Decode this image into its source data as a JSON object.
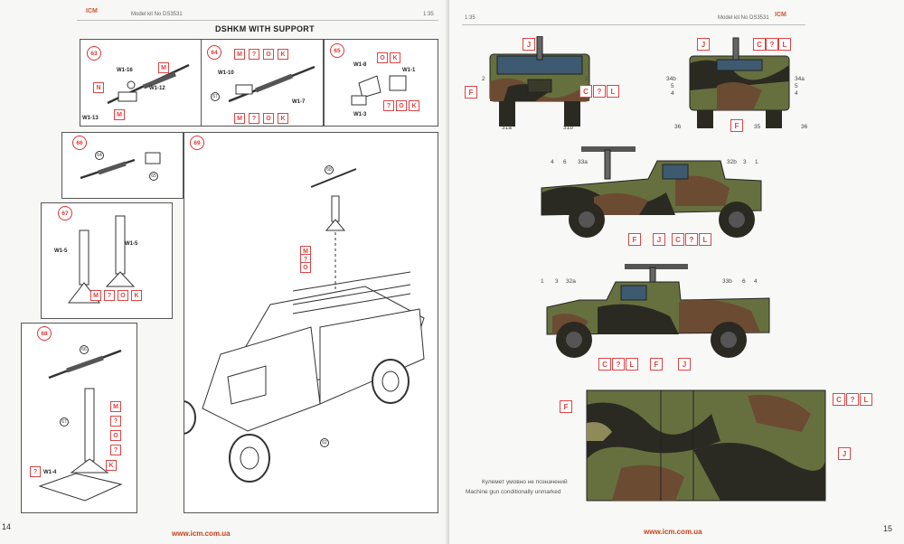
{
  "left_page": {
    "header": {
      "logo": "ICM",
      "kit": "Model kit No DS3531",
      "scale": "1:35"
    },
    "title": "DSHKM WITH SUPPORT",
    "steps": [
      {
        "no": "63",
        "labels": [
          "W1-16",
          "W1-12",
          "W1-13"
        ],
        "marks": [
          "M",
          "N",
          "M"
        ]
      },
      {
        "no": "64",
        "labels": [
          "W1-10",
          "W1-7"
        ],
        "marks_top": [
          "M",
          "?",
          "O",
          "K"
        ],
        "marks_bottom": [
          "M",
          "?",
          "O",
          "K"
        ],
        "part": "67"
      },
      {
        "no": "65",
        "labels": [
          "W1-8",
          "W1-1",
          "W1-3"
        ],
        "marks_top": [
          "O",
          "K"
        ],
        "marks_bottom": [
          "?",
          "O",
          "K"
        ]
      },
      {
        "no": "66",
        "parts": [
          "64",
          "65"
        ]
      },
      {
        "no": "67",
        "labels": [
          "W1-5",
          "W1-5"
        ],
        "marks": [
          "M",
          "?",
          "O",
          "K"
        ]
      },
      {
        "no": "68",
        "labels": [
          "W1-4"
        ],
        "parts": [
          "66",
          "67"
        ],
        "marks": [
          "M",
          "?",
          "O",
          "?",
          "K"
        ],
        "mark_left": "?"
      },
      {
        "no": "69",
        "parts": [
          "68",
          "62"
        ],
        "marks": [
          "M",
          "?",
          "O"
        ]
      }
    ],
    "footer": {
      "url": "www.icm.com.ua",
      "page": "14"
    }
  },
  "right_page": {
    "header": {
      "scale": "1:35",
      "kit": "Model kit No DS3531",
      "logo": "ICM"
    },
    "front_view": {
      "marks": [
        "J",
        "F",
        "C",
        "?",
        "L"
      ],
      "numbers": [
        "2",
        "2",
        "31a",
        "31b"
      ]
    },
    "rear_view": {
      "marks": [
        "J",
        "C",
        "?",
        "L",
        "F"
      ],
      "numbers": [
        "34b",
        "5",
        "4",
        "34a",
        "5",
        "4",
        "36",
        "35",
        "36"
      ]
    },
    "side_left": {
      "numbers": [
        "4",
        "6",
        "33a",
        "32b",
        "3",
        "1"
      ],
      "marks": [
        "F",
        "J",
        "C",
        "?",
        "L"
      ]
    },
    "side_right": {
      "numbers": [
        "1",
        "3",
        "32a",
        "33b",
        "6",
        "4"
      ],
      "marks": [
        "C",
        "?",
        "L",
        "F",
        "J"
      ]
    },
    "top_view": {
      "marks_left": [
        "F"
      ],
      "marks_right": [
        "C",
        "?",
        "L"
      ],
      "marks_right2": [
        "J"
      ]
    },
    "note_ru": "Кулемет умовно не позначений",
    "note_en": "Machine gun conditionally unmarked",
    "footer": {
      "url": "www.icm.com.ua",
      "page": "15"
    }
  },
  "colors": {
    "accent": "#d44444",
    "camo_green": "#5f6b3d",
    "camo_brown": "#6b4a33",
    "camo_tan": "#8f8a5a",
    "camo_dark": "#2b2a22"
  }
}
